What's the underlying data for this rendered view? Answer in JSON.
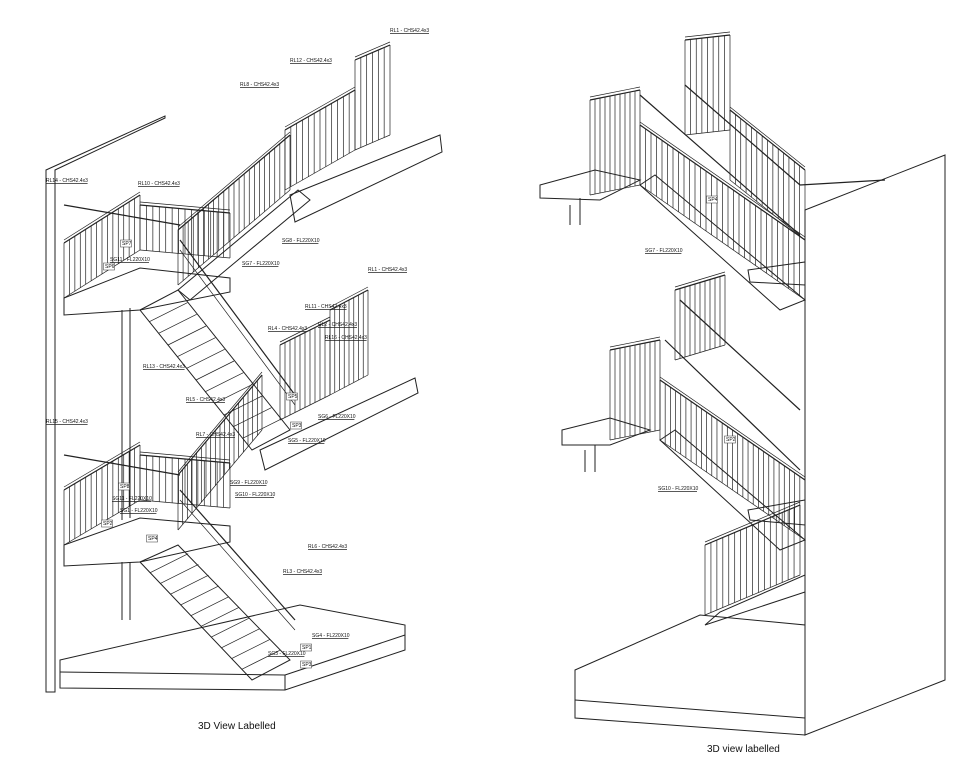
{
  "views": [
    {
      "caption": "3D View Labelled",
      "labels": [
        "RL1 - CHS42.4x3",
        "RL12 - CHS42.4x3",
        "RL8 - CHS42.4x3",
        "RL14 - CHS42.4x3",
        "RL10 - CHS42.4x3",
        "SP7",
        "SG11 - FL220X10",
        "SP6",
        "SG7 - FL220X10",
        "SG8 - FL220X10",
        "RL1 - CHS42.4x3",
        "RL11 - CHS42.4x3",
        "RL4 - CHS42.4x3",
        "RL2 - CHS42.4x3",
        "RL16 - CHS42.4x3",
        "RL13 - CHS42.4x3",
        "SP5",
        "SG6 - FL220X10",
        "SP3",
        "SG5 - FL220X10",
        "RL15 - CHS42.4x3",
        "RL5 - CHS42.4x3",
        "RL7 - CHS42.4x3",
        "SG9 - FL220X10",
        "SP8",
        "SG10 - FL220X10",
        "SG11 - FL220X10",
        "SG1 - FL220X10",
        "SP2",
        "SP4",
        "RL6 - CHS42.4x3",
        "RL3 - CHS42.4x3",
        "SG4 - FL220X10",
        "SP1",
        "SG3 - FL220X10",
        "SP3"
      ]
    },
    {
      "caption": "3D view labelled",
      "labels": [
        "SG7 - FL220X10",
        "SP4",
        "SG10 - FL220X10",
        "SP2"
      ]
    }
  ]
}
